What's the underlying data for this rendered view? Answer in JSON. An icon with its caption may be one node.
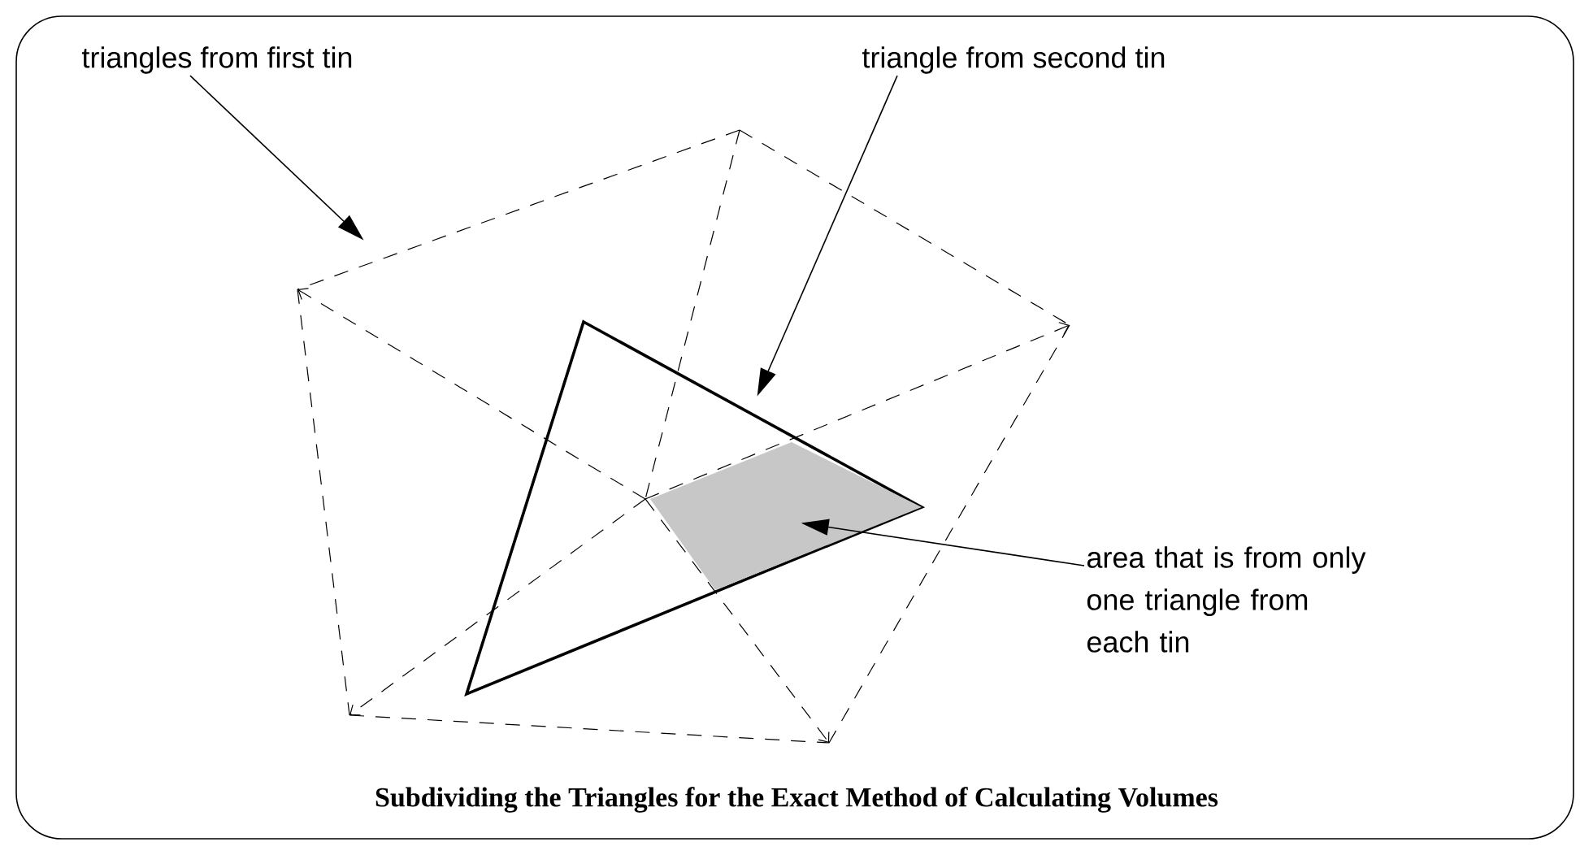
{
  "diagram": {
    "caption": "Subdividing the Triangles for the Exact Method of Calculating Volumes",
    "nodes": [
      {
        "text": [
          "triangles from first tin"
        ]
      },
      {
        "text": [
          "triangle from second tin"
        ]
      },
      {
        "text": [
          "area that is from only one triangle from each tin"
        ]
      },
      {
        "text": [],
        "shape": "picture"
      },
      {
        "text": [],
        "shape": "triangle",
        "in": 3
      },
      {
        "text": [],
        "shape": "polygon",
        "in": 4
      }
    ],
    "edges": [
      {
        "from": 0,
        "to": 3,
        "arrow": "to"
      },
      {
        "from": 1,
        "to": 4,
        "arrow": "to"
      },
      {
        "from": 2,
        "to": 5,
        "arrow": "to"
      }
    ]
  }
}
